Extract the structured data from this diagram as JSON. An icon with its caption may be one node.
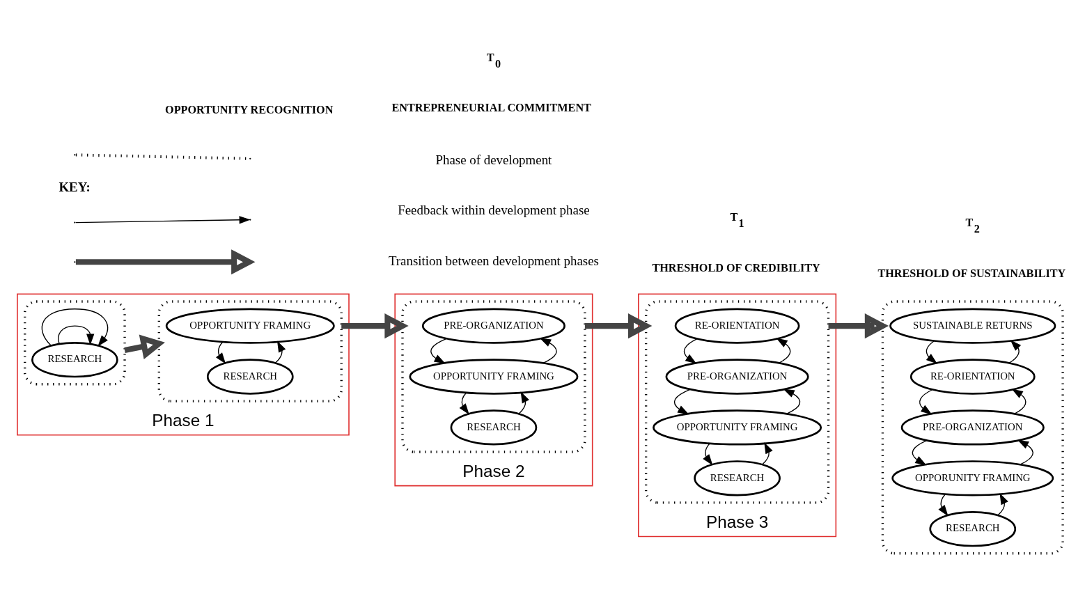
{
  "diagram": {
    "nodes": [
      {
        "text": [
          "Phase 1"
        ]
      },
      {
        "text": [],
        "shape": "ellipse",
        "in": 0
      },
      {
        "text": [
          "RESEARCH"
        ],
        "in": 1
      },
      {
        "text": [],
        "shape": "ellipse",
        "in": 0
      },
      {
        "text": [
          "OPPORTUNITY FRAMING"
        ],
        "in": 3
      },
      {
        "text": [
          "RESEARCH"
        ],
        "in": 3
      },
      {
        "text": [
          "Phase 2"
        ]
      },
      {
        "text": [],
        "shape": "ellipse",
        "in": 6
      },
      {
        "text": [
          "PRE-ORGANIZATION"
        ],
        "in": 7
      },
      {
        "text": [
          "OPPORTUNITY FRAMING"
        ],
        "in": 7
      },
      {
        "text": [
          "RESEARCH"
        ],
        "in": 7
      },
      {
        "text": [
          "Phase 3"
        ]
      },
      {
        "text": [],
        "shape": "ellipse",
        "in": 11
      },
      {
        "text": [
          "RE-ORIENTATION"
        ],
        "in": 12
      },
      {
        "text": [
          "PRE-ORGANIZATION"
        ],
        "in": 12
      },
      {
        "text": [
          "OPPORTUNITY FRAMING"
        ],
        "in": 12
      },
      {
        "text": [
          "RESEARCH"
        ],
        "in": 12
      },
      {
        "text": [],
        "shape": "ellipse"
      },
      {
        "text": [
          "SUSTAINABLE RETURNS"
        ],
        "in": 17
      },
      {
        "text": [
          "RE-ORIENTATION"
        ],
        "in": 17
      },
      {
        "text": [
          "PRE-ORGANIZATION"
        ],
        "in": 17
      },
      {
        "text": [
          "OPPORUNITY FRAMING"
        ],
        "in": 17
      },
      {
        "text": [
          "RESEARCH"
        ],
        "in": 17
      }
    ],
    "edges": [
      {
        "from": 2,
        "to": 2,
        "arrow": "to"
      },
      {
        "from": 2,
        "to": 2,
        "arrow": "to"
      },
      {
        "from": 1,
        "to": 3,
        "arrow": "to",
        "style": "thick"
      },
      {
        "from": 5,
        "to": 4,
        "arrow": "to"
      },
      {
        "from": 4,
        "to": 5,
        "arrow": "to"
      },
      {
        "from": 3,
        "to": 7,
        "arrow": "to",
        "style": "thick"
      },
      {
        "from": 10,
        "to": 9,
        "arrow": "to"
      },
      {
        "from": 9,
        "to": 10,
        "arrow": "to"
      },
      {
        "from": 9,
        "to": 8,
        "arrow": "to"
      },
      {
        "from": 8,
        "to": 9,
        "arrow": "to"
      },
      {
        "from": 7,
        "to": 12,
        "arrow": "to",
        "style": "thick"
      },
      {
        "from": 16,
        "to": 15,
        "arrow": "to"
      },
      {
        "from": 15,
        "to": 16,
        "arrow": "to"
      },
      {
        "from": 15,
        "to": 14,
        "arrow": "to"
      },
      {
        "from": 14,
        "to": 15,
        "arrow": "to"
      },
      {
        "from": 14,
        "to": 13,
        "arrow": "to"
      },
      {
        "from": 13,
        "to": 14,
        "arrow": "to"
      },
      {
        "from": 12,
        "to": 17,
        "arrow": "to",
        "style": "thick"
      },
      {
        "from": 22,
        "to": 21,
        "arrow": "to"
      },
      {
        "from": 21,
        "to": 22,
        "arrow": "to"
      },
      {
        "from": 21,
        "to": 20,
        "arrow": "to"
      },
      {
        "from": 20,
        "to": 21,
        "arrow": "to"
      },
      {
        "from": 20,
        "to": 19,
        "arrow": "to"
      },
      {
        "from": 19,
        "to": 20,
        "arrow": "to"
      },
      {
        "from": 19,
        "to": 18,
        "arrow": "to"
      },
      {
        "from": 18,
        "to": 19,
        "arrow": "to"
      }
    ],
    "labels": [
      "KEY:",
      "OPPORTUNITY RECOGNITION",
      "ENTREPRENEURIAL COMMITMENT",
      "THRESHOLD OF CREDIBILITY",
      "THRESHOLD OF SUSTAINABILITY",
      "T$_{0}$",
      "T$_{1}$",
      "T$_{2}$"
    ],
    "legend": [
      {
        "text": "Phase of development"
      },
      {
        "text": "Feedback within development phase"
      },
      {
        "text": "Transition between development phases"
      }
    ]
  }
}
